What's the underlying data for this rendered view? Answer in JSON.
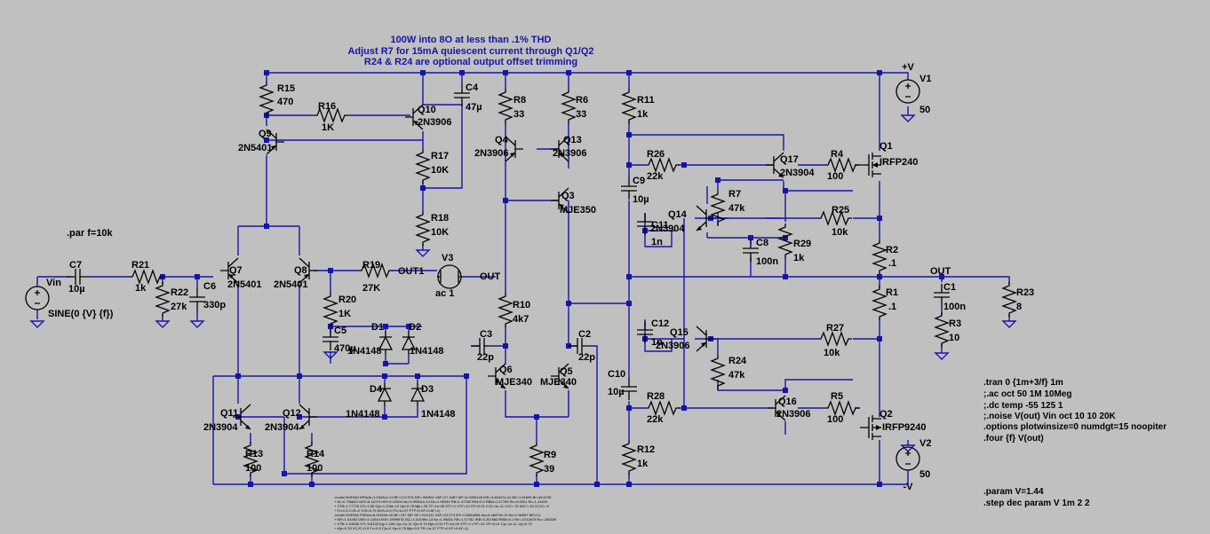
{
  "header": [
    "100W into 8O at less than  .1% THD",
    "Adjust R7 for 15mA quiescent current through Q1/Q2",
    "R24 & R24 are optional output offset trimming"
  ],
  "param_f": ".par f=10k",
  "directives": [
    ".tran 0 {1m+3/f} 1m",
    ";.ac oct 50 1M 10Meg",
    ";.dc temp -55 125 1",
    ";.noise V(out) Vin oct 10 10 20K",
    ".options plotwinsize=0 numdgt=15 noopiter",
    ".four {f} V(out)"
  ],
  "param_directives": [
    ".param V=1.44",
    ".step dec param V 1m 2 2"
  ],
  "nets": {
    "pos": "+V",
    "neg": "-V",
    "out1": "OUT1",
    "out": "OUT",
    "out2": "OUT"
  },
  "source_in": {
    "name": "Vin",
    "value": "SINE(0 {V} {f})"
  },
  "v3": {
    "name": "V3",
    "value": "ac 1"
  },
  "v1": {
    "name": "V1",
    "value": "50"
  },
  "v2": {
    "name": "V2",
    "value": "50"
  },
  "transistors": [
    {
      "ref": "Q1",
      "model": "IRFP240"
    },
    {
      "ref": "Q2",
      "model": "IRFP9240"
    },
    {
      "ref": "Q3",
      "model": "MJE350"
    },
    {
      "ref": "Q4",
      "model": "2N3906"
    },
    {
      "ref": "Q5",
      "model": "MJE340"
    },
    {
      "ref": "Q6",
      "model": "MJE340"
    },
    {
      "ref": "Q7",
      "model": "2N5401"
    },
    {
      "ref": "Q8",
      "model": "2N5401"
    },
    {
      "ref": "Q9",
      "model": "2N5401"
    },
    {
      "ref": "Q10",
      "model": "2N3906"
    },
    {
      "ref": "Q11",
      "model": "2N3904"
    },
    {
      "ref": "Q12",
      "model": "2N3904"
    },
    {
      "ref": "Q13",
      "model": "2N3906"
    },
    {
      "ref": "Q14",
      "model": "2N3904"
    },
    {
      "ref": "Q15",
      "model": "2N3906"
    },
    {
      "ref": "Q16",
      "model": "2N3906"
    },
    {
      "ref": "Q17",
      "model": "2N3904"
    }
  ],
  "resistors": [
    {
      "ref": "R1",
      "value": ".1"
    },
    {
      "ref": "R2",
      "value": ".1"
    },
    {
      "ref": "R3",
      "value": "10"
    },
    {
      "ref": "R4",
      "value": "100"
    },
    {
      "ref": "R5",
      "value": "100"
    },
    {
      "ref": "R6",
      "value": "33"
    },
    {
      "ref": "R7",
      "value": "47k"
    },
    {
      "ref": "R8",
      "value": "33"
    },
    {
      "ref": "R9",
      "value": "39"
    },
    {
      "ref": "R10",
      "value": "4k7"
    },
    {
      "ref": "R11",
      "value": "1k"
    },
    {
      "ref": "R12",
      "value": "1k"
    },
    {
      "ref": "R13",
      "value": "100"
    },
    {
      "ref": "R14",
      "value": "100"
    },
    {
      "ref": "R15",
      "value": "470"
    },
    {
      "ref": "R16",
      "value": "1K"
    },
    {
      "ref": "R17",
      "value": "10K"
    },
    {
      "ref": "R18",
      "value": "10K"
    },
    {
      "ref": "R19",
      "value": "27K"
    },
    {
      "ref": "R20",
      "value": "1K"
    },
    {
      "ref": "R21",
      "value": "1k"
    },
    {
      "ref": "R22",
      "value": "27k"
    },
    {
      "ref": "R23",
      "value": "8"
    },
    {
      "ref": "R24",
      "value": "47k"
    },
    {
      "ref": "R25",
      "value": "10k"
    },
    {
      "ref": "R26",
      "value": "22k"
    },
    {
      "ref": "R27",
      "value": "10k"
    },
    {
      "ref": "R28",
      "value": "22k"
    },
    {
      "ref": "R29",
      "value": "1k"
    }
  ],
  "capacitors": [
    {
      "ref": "C1",
      "value": "100n"
    },
    {
      "ref": "C2",
      "value": "22p"
    },
    {
      "ref": "C3",
      "value": "22p"
    },
    {
      "ref": "C4",
      "value": "47µ"
    },
    {
      "ref": "C5",
      "value": "470µ"
    },
    {
      "ref": "C6",
      "value": "330p"
    },
    {
      "ref": "C7",
      "value": "10µ"
    },
    {
      "ref": "C8",
      "value": "100n"
    },
    {
      "ref": "C9",
      "value": "10µ"
    },
    {
      "ref": "C10",
      "value": "10µ"
    },
    {
      "ref": "C11",
      "value": "1n"
    },
    {
      "ref": "C12",
      "value": "1n"
    }
  ],
  "diodes": [
    {
      "ref": "D1",
      "model": "1N4148"
    },
    {
      "ref": "D2",
      "model": "1N4148"
    },
    {
      "ref": "D3",
      "model": "1N4148"
    },
    {
      "ref": "D4",
      "model": "1N4148"
    }
  ],
  "model_text": [
    ".model MJE340 NPN(Is=1.03431e-13 BF=172.974 NR=.939811 VAF=27.3487 IKF=0.0260146 ISE=4.48447e-11 NE=1.61605 Br=16.6725",
    "+ Nr=0.796843 VAR=6.11074 IKR=0.10004 Isc=9.99961e-14 Nc=1.99999 RB=1.47782 IRB=0.2 RBM=1.47782 Re=0.0001 Rc=1.41159",
    "+ XTB=1.77726 XTI=1.58 Cje=1.206e-10 Vje=0.75 Mje=.33 TF=1e-08 XTF=1 VTF=10 ITF=0.01 CJC=1e-11 VJC=.75 MJC=.33 XCJC=.9",
    "+ Fc=0.5 CJS=0 VJS=0.75 MJS=0.5 TR=1e-07 PTF=0 KF=0 AF=1)",
    ".model MJE350 PNP(Is=6.01619e-15 BF=157.387 NF=.910131 VAF=23.273 IKF=0.0564808 Ise=4.48479e-11 Ne=1.98357 BR=0.1",
    "+ NR=1.03383 VAR=4.14944 IKR=.0999978 ISC=1.00199e-13 Nc=1.99831 RB=1.47782 IRB=0.201966 RBM=0.1 Re=.0710678 Rc=.355339",
    "+ XTB=1.03638 XTI=3.8133 Eg=1.206 Cje=1e-11 Vje=0.75 Mje=0.33 TF=1e-09 XTF=1 VTF=10 ITF=0.01 Cjc=1e-11 Vjc=0.75",
    "+ Mjc=0.33 XCJC=0.9 Fc=0.5 Cjs=0 Vjs=0.75 Mjs=0.5 TR=1e-07 PTF=0 KF=0 AF=1)"
  ]
}
